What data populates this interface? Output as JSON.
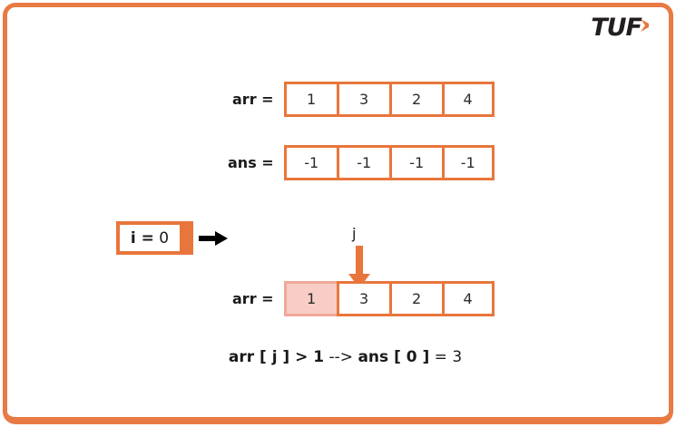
{
  "brand": {
    "logo_text": "TUF",
    "logo_chevron_icon": "chevron-right-icon",
    "accent_color": "#e8763c",
    "frame_color": "#e87a43"
  },
  "arrays": {
    "arr_top": {
      "label": "arr =",
      "values": [
        "1",
        "3",
        "2",
        "4"
      ]
    },
    "ans": {
      "label": "ans =",
      "values": [
        "-1",
        "-1",
        "-1",
        "-1"
      ]
    },
    "arr_bottom": {
      "label": "arr =",
      "values": [
        "1",
        "3",
        "2",
        "4"
      ],
      "highlight_index": 0,
      "highlight_color": "#f7cdc6"
    }
  },
  "pointers": {
    "i": {
      "label_bold": "i =",
      "label_value": "0",
      "arrow_icon": "arrow-right-icon",
      "arrow_color": "#000000"
    },
    "j": {
      "label": "j",
      "arrow_icon": "arrow-down-icon",
      "arrow_color": "#e8763c",
      "points_to_index": 1
    }
  },
  "caption": {
    "part1": "arr [ j ] > 1",
    "part2": " --> ",
    "part3": "ans [ 0 ]",
    "part4": " = 3"
  }
}
